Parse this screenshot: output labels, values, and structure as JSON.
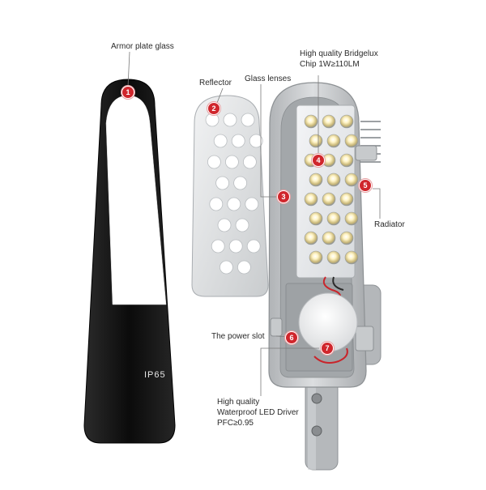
{
  "labels": {
    "armor_glass": "Armor plate glass",
    "reflector": "Reflector",
    "glass_lenses": "Glass lenses",
    "chip_line1": "High quality Bridgelux",
    "chip_line2": "Chip 1W≥110LM",
    "radiator": "Radiator",
    "power_slot": "The power slot",
    "driver_line1": "High quality",
    "driver_line2": "Waterproof LED Driver",
    "driver_line3": "PFC≥0.95"
  },
  "glass_marking": "IP65",
  "badges": {
    "b1": "1",
    "b2": "2",
    "b3": "3",
    "b4": "4",
    "b5": "5",
    "b6": "6",
    "b7": "7"
  },
  "colors": {
    "badge": "#d0262c",
    "glass_frame": "#111111",
    "housing": "#c4c7c9",
    "reflector": "#e1e3e5"
  }
}
